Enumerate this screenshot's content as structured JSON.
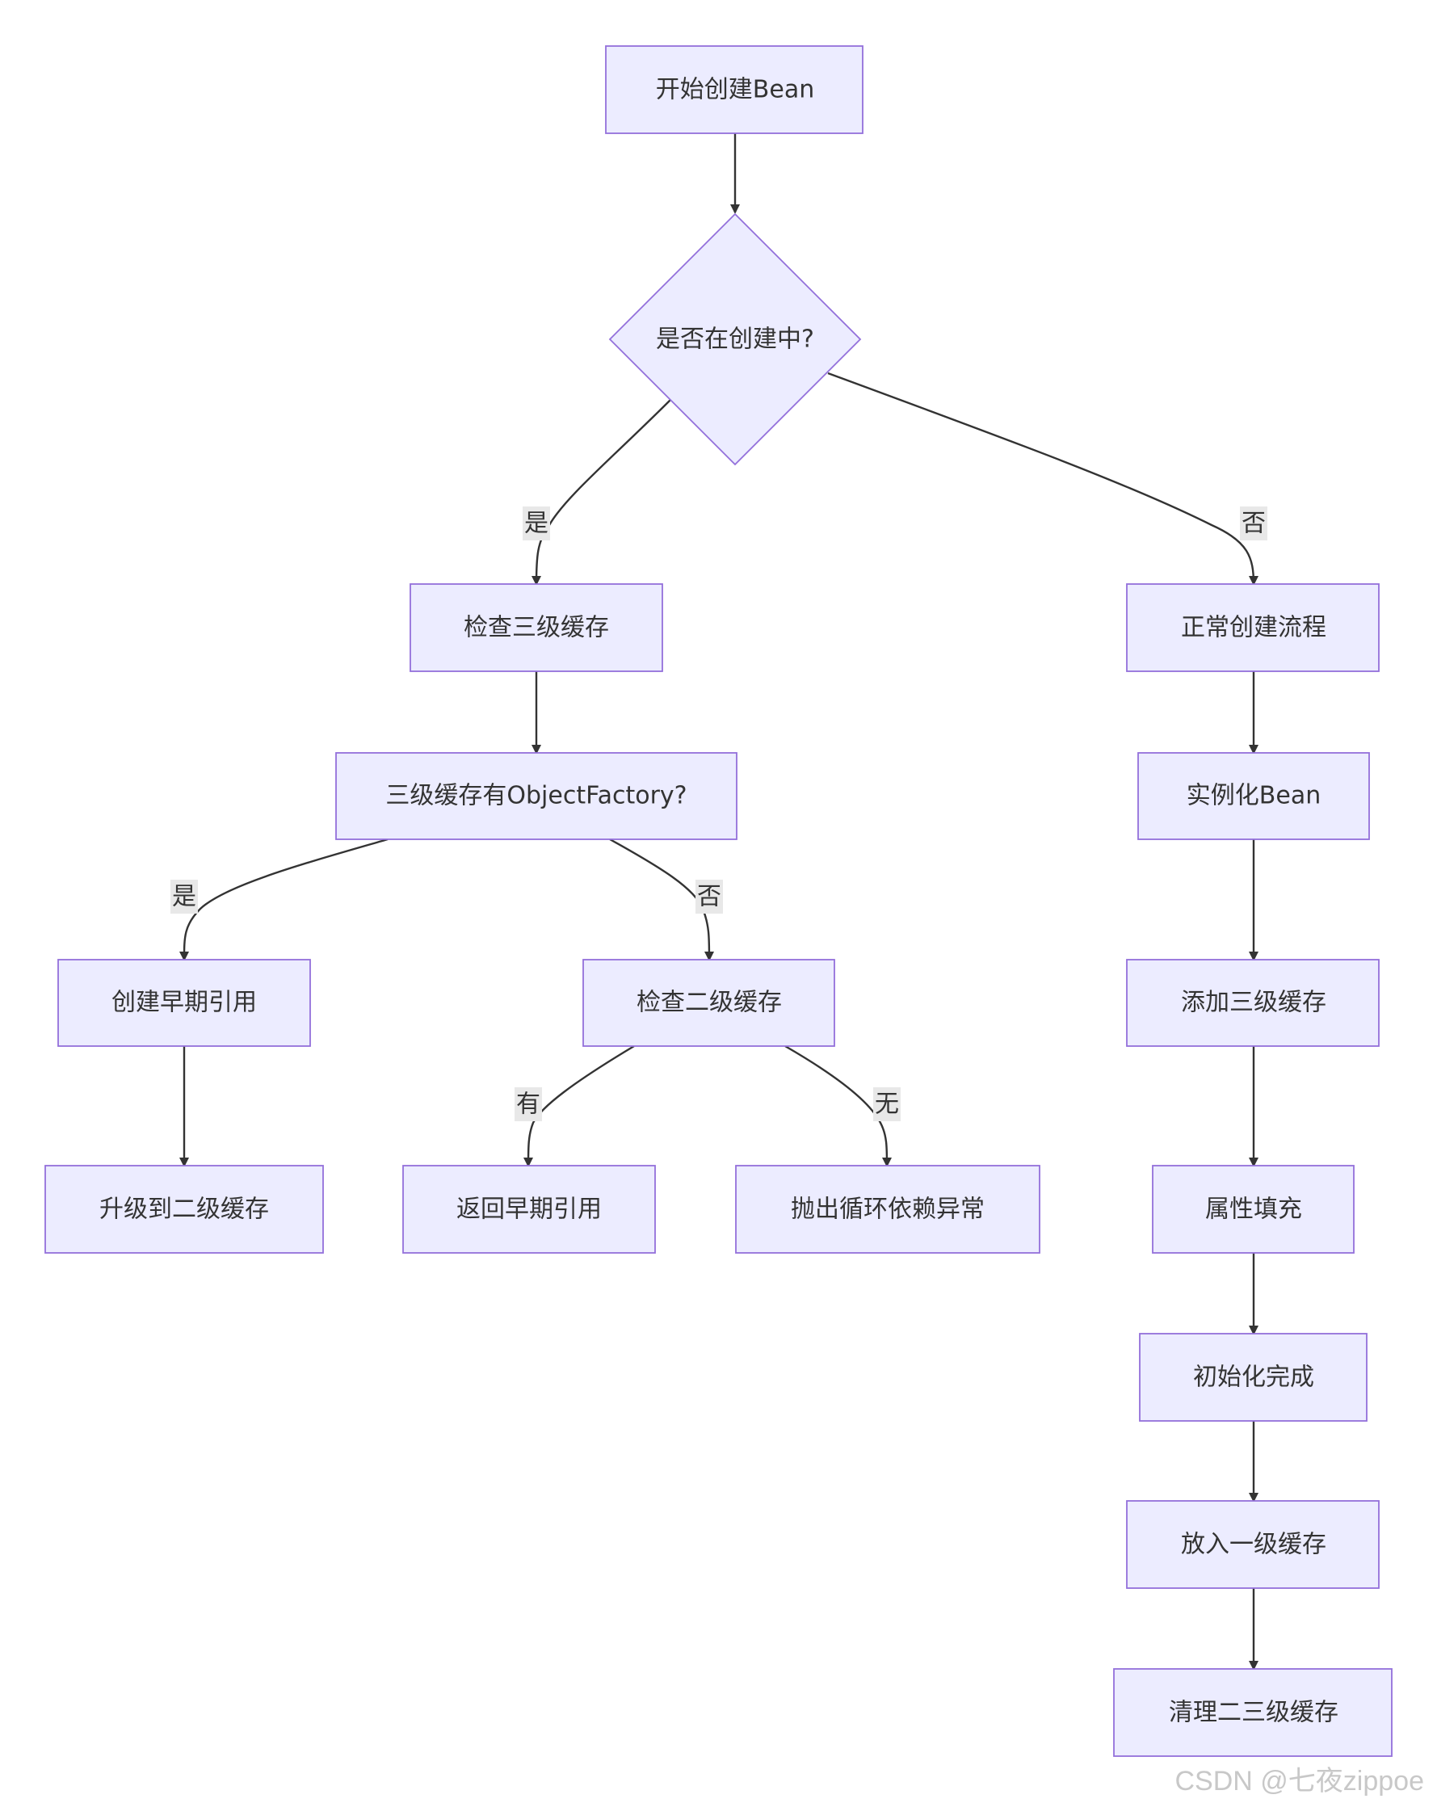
{
  "colors": {
    "node_fill": "#ECECFF",
    "node_stroke": "#9370DB",
    "edge": "#333333",
    "label_bg": "#e8e8e8"
  },
  "nodes": {
    "start": "开始创建Bean",
    "in_creation": "是否在创建中?",
    "check_l3": "检查三级缓存",
    "normal_flow": "正常创建流程",
    "l3_has_factory": "三级缓存有ObjectFactory?",
    "instantiate": "实例化Bean",
    "create_early_ref": "创建早期引用",
    "check_l2": "检查二级缓存",
    "add_l3": "添加三级缓存",
    "upgrade_l2": "升级到二级缓存",
    "return_early_ref": "返回早期引用",
    "throw_circular": "抛出循环依赖异常",
    "populate": "属性填充",
    "init_done": "初始化完成",
    "put_l1": "放入一级缓存",
    "clean_l2_l3": "清理二三级缓存"
  },
  "edge_labels": {
    "in_creation_yes": "是",
    "in_creation_no": "否",
    "factory_yes": "是",
    "factory_no": "否",
    "l2_has": "有",
    "l2_none": "无"
  },
  "watermark": "CSDN @七夜zippoe"
}
